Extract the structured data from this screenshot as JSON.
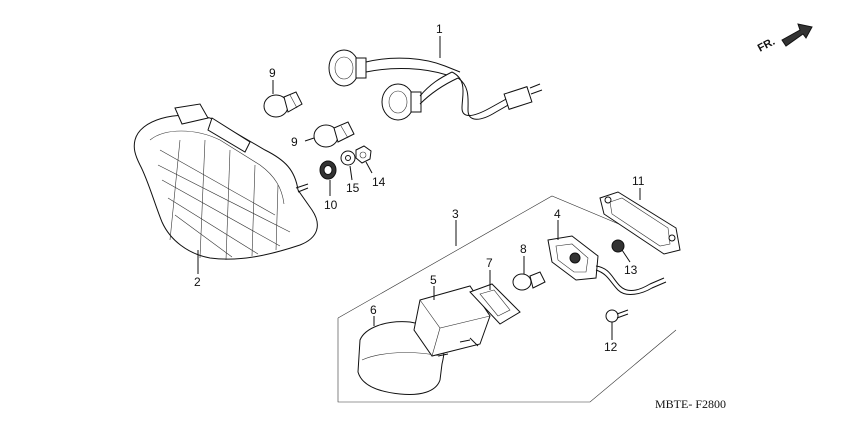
{
  "direction": {
    "label": "FR."
  },
  "diagram_code": "MBTE- F2800",
  "callouts": {
    "p1": "1",
    "p2": "2",
    "p3": "3",
    "p4": "4",
    "p5": "5",
    "p6": "6",
    "p7": "7",
    "p8": "8",
    "p9a": "9",
    "p9b": "9",
    "p10": "10",
    "p11": "11",
    "p12": "12",
    "p13": "13",
    "p14": "14",
    "p15": "15"
  }
}
